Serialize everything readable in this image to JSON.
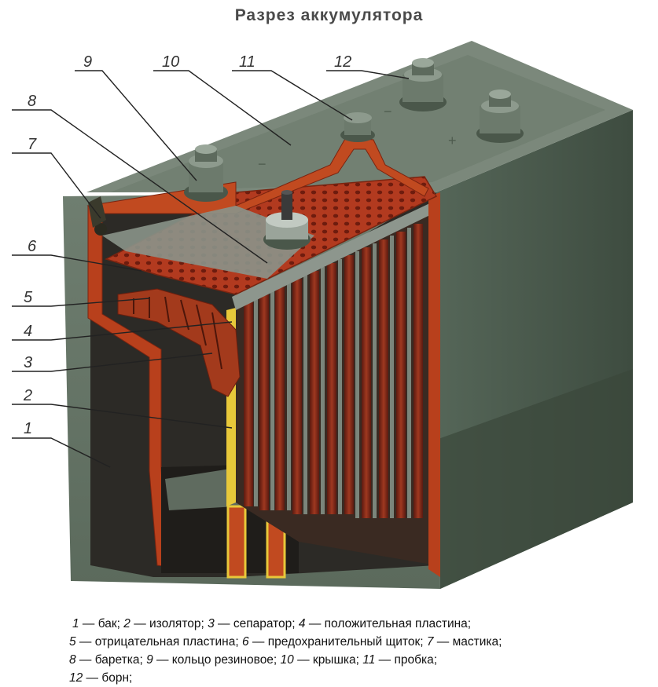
{
  "title": "Разрез аккумулятора",
  "callouts": [
    "1",
    "2",
    "3",
    "4",
    "5",
    "6",
    "7",
    "8",
    "9",
    "10",
    "11",
    "12"
  ],
  "polarity": {
    "minus": "−",
    "plus": "+"
  },
  "legend": {
    "line1": [
      {
        "n": "1",
        "t": " — бак; "
      },
      {
        "n": "2",
        "t": " — изолятор; "
      },
      {
        "n": "3",
        "t": " — сепаратор;  "
      },
      {
        "n": "4",
        "t": " — положительная пластина;"
      }
    ],
    "line2": [
      {
        "n": "5",
        "t": " — отрицательная пластина; "
      },
      {
        "n": "6",
        "t": " — предохранительный щиток;  "
      },
      {
        "n": "7",
        "t": " — мастика;"
      }
    ],
    "line3": [
      {
        "n": "8",
        "t": " — баретка;  "
      },
      {
        "n": "9",
        "t": " — кольцо резиновое;  "
      },
      {
        "n": "10",
        "t": " — крышка;    "
      },
      {
        "n": "11",
        "t": " — пробка;"
      }
    ],
    "line4": [
      {
        "n": "12",
        "t": " — борн;"
      }
    ]
  },
  "colors": {
    "case": "#5e6e5e",
    "case_dark": "#3f4b40",
    "lid": "#7a877a",
    "cutaway_red": "#b8401c",
    "plate_red": "#8a2a18",
    "insulator_yellow": "#e8c83a"
  }
}
